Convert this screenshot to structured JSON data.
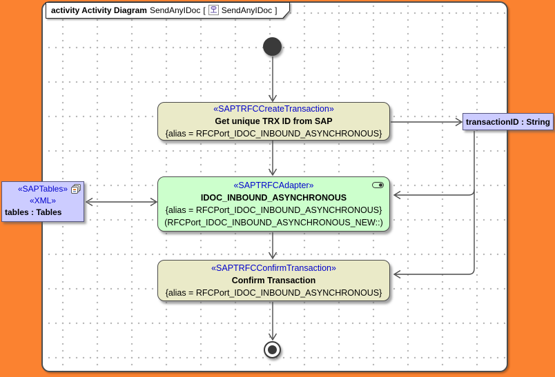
{
  "frame": {
    "kind_label": "activity Activity Diagram",
    "diagram_name": "SendAnyIDoc",
    "open_bracket": "[",
    "ref_name": "SendAnyIDoc",
    "close_bracket": "]"
  },
  "nodes": {
    "create_transaction": {
      "stereotype": "«SAPTRFCCreateTransaction»",
      "name": "Get unique TRX ID from SAP",
      "tagged_value": "{alias = RFCPort_IDOC_INBOUND_ASYNCHRONOUS}"
    },
    "adapter": {
      "stereotype": "«SAPTRFCAdapter»",
      "name": "IDOC_INBOUND_ASYNCHRONOUS",
      "tagged_value": "{alias = RFCPort_IDOC_INBOUND_ASYNCHRONOUS}",
      "tagged_value2": "(RFCPort_IDOC_INBOUND_ASYNCHRONOUS_NEW::)"
    },
    "confirm_transaction": {
      "stereotype": "«SAPTRFCConfirmTransaction»",
      "name": "Confirm Transaction",
      "tagged_value": "{alias = RFCPort_IDOC_INBOUND_ASYNCHRONOUS}"
    }
  },
  "pins": {
    "transaction_id": {
      "label": "transactionID : String"
    },
    "tables": {
      "stereotype1": "«SAPTables»",
      "stereotype2": "«XML»",
      "label": "tables : Tables"
    }
  },
  "colors": {
    "frame_background": "#FB8230",
    "action_fill": "#EAEAC8",
    "adapter_fill": "#CCFFCC",
    "pin_fill": "#CCCCFF",
    "stereotype_text": "#0000CC",
    "connector": "#4A4A4A"
  }
}
